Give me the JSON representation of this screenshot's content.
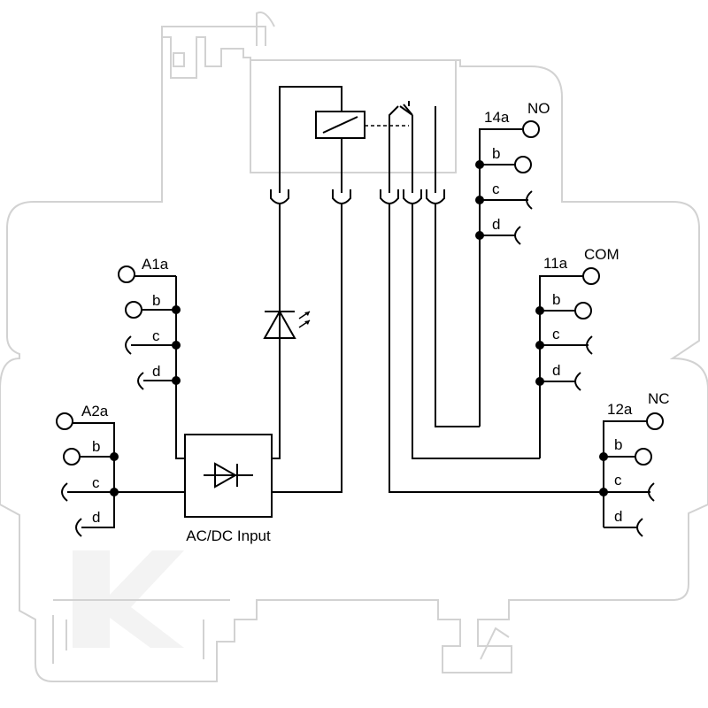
{
  "diagram": {
    "input_label": "AC/DC Input",
    "terminals": {
      "a1": {
        "head": "A1a",
        "b": "b",
        "c": "c",
        "d": "d"
      },
      "a2": {
        "head": "A2a",
        "b": "b",
        "c": "c",
        "d": "d"
      },
      "t14": {
        "head": "14a",
        "func": "NO",
        "b": "b",
        "c": "c",
        "d": "d"
      },
      "t11": {
        "head": "11a",
        "func": "COM",
        "b": "b",
        "c": "c",
        "d": "d"
      },
      "t12": {
        "head": "12a",
        "func": "NC",
        "b": "b",
        "c": "c",
        "d": "d"
      }
    }
  },
  "colors": {
    "housing_outline": "#d2d2d2",
    "wiring": "#000000",
    "watermark": "#f2f2f2"
  },
  "icons": [
    "relay-coil-icon",
    "led-icon",
    "rectifier-diode-icon",
    "changeover-contact-icon",
    "plug-contact-icon",
    "screw-terminal-icon",
    "spring-terminal-icon"
  ]
}
